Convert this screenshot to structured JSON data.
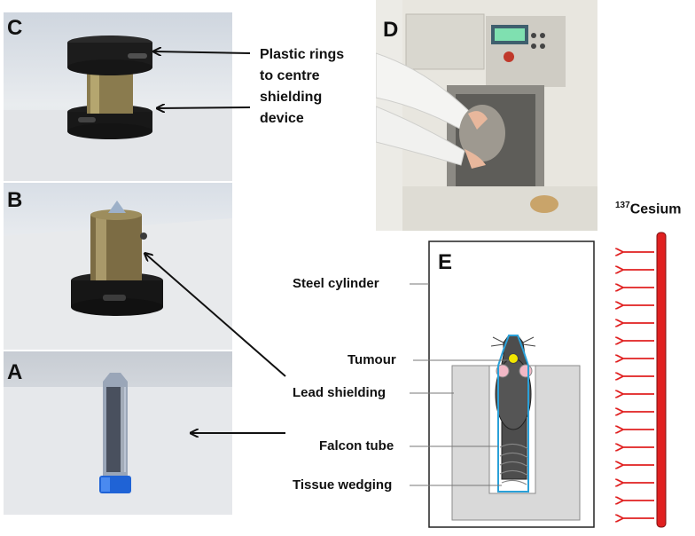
{
  "panels": {
    "a": {
      "letter": "A"
    },
    "b": {
      "letter": "B"
    },
    "c": {
      "letter": "C"
    },
    "d": {
      "letter": "D"
    },
    "e": {
      "letter": "E"
    }
  },
  "annotations": {
    "rings_lines": [
      "Plastic rings",
      "to centre",
      "shielding",
      "device"
    ]
  },
  "diagram_labels": {
    "steel_cylinder": "Steel cylinder",
    "tumour": "Tumour",
    "lead_shielding": "Lead shielding",
    "falcon_tube": "Falcon tube",
    "tissue_wedging": "Tissue wedging"
  },
  "source": {
    "superscript": "137",
    "name": "Cesium"
  },
  "colors": {
    "rod": "#e02020",
    "arrow": "#e02020",
    "tube_outline": "#2aa0d8",
    "lead": "#d9d9d9",
    "tumour": "#f2e600"
  }
}
